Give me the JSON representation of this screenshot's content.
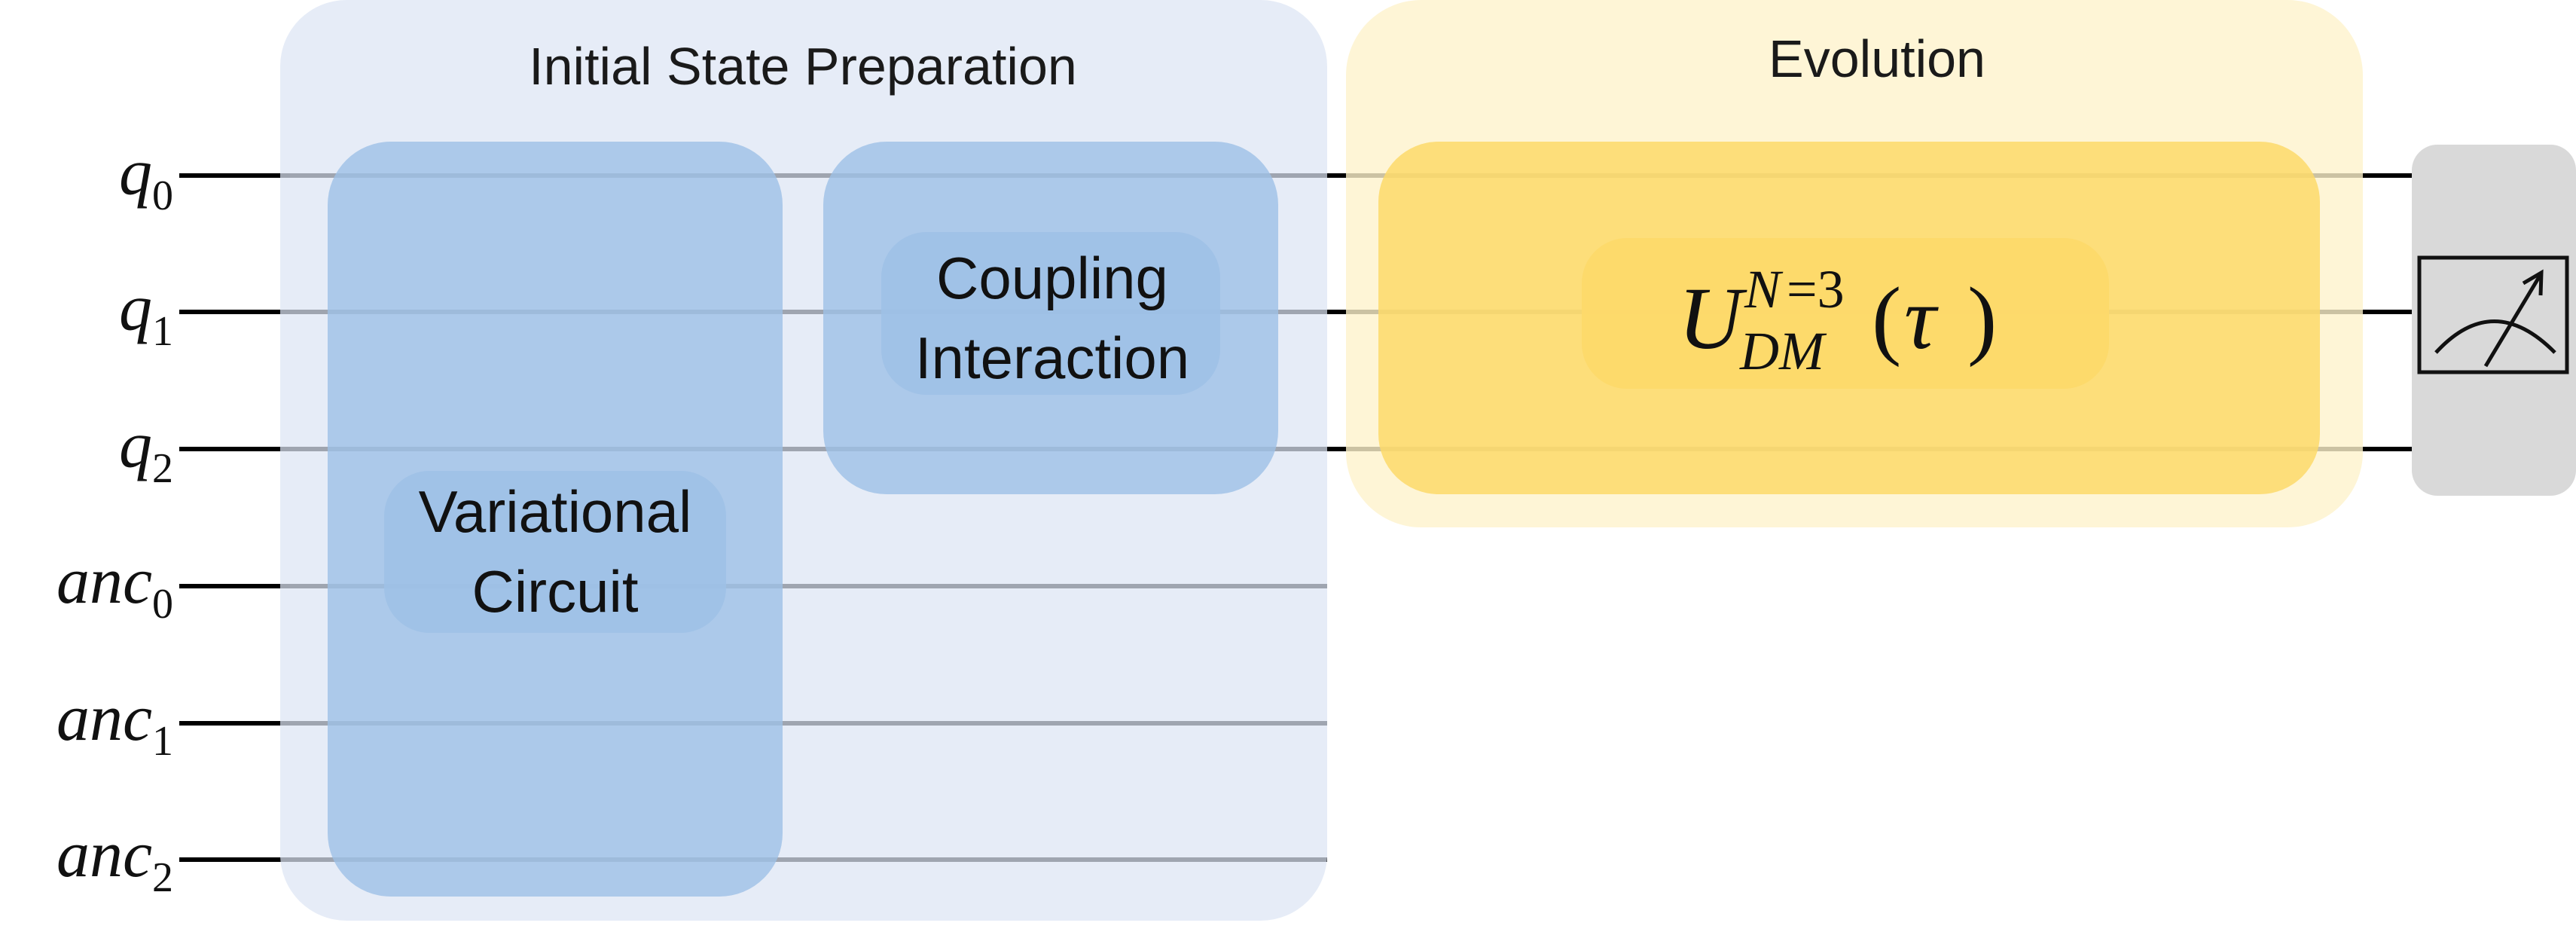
{
  "sections": {
    "initial_state": {
      "title": "Initial State Preparation",
      "color": "#dce4f4"
    },
    "evolution": {
      "title": "Evolution",
      "color": "#fef2cc"
    }
  },
  "blocks": {
    "variational": {
      "line1": "Variational",
      "line2": "Circuit",
      "color": "#9dc1e6"
    },
    "coupling": {
      "line1": "Coupling",
      "line2": "Interaction",
      "color": "#9dc1e6"
    },
    "evolution_operator": {
      "base": "U",
      "superscript": "N=3",
      "subscript": "DM",
      "open_paren": "(",
      "argument": "τ",
      "close_paren": ")",
      "color": "#fdd96a"
    },
    "measurement": {
      "color": "#d9d9d9",
      "icon": "meter-icon"
    }
  },
  "qubits": [
    {
      "base": "q",
      "index": "0"
    },
    {
      "base": "q",
      "index": "1"
    },
    {
      "base": "q",
      "index": "2"
    },
    {
      "base": "anc",
      "index": "0"
    },
    {
      "base": "anc",
      "index": "1"
    },
    {
      "base": "anc",
      "index": "2"
    }
  ],
  "wire_color": "#000000"
}
